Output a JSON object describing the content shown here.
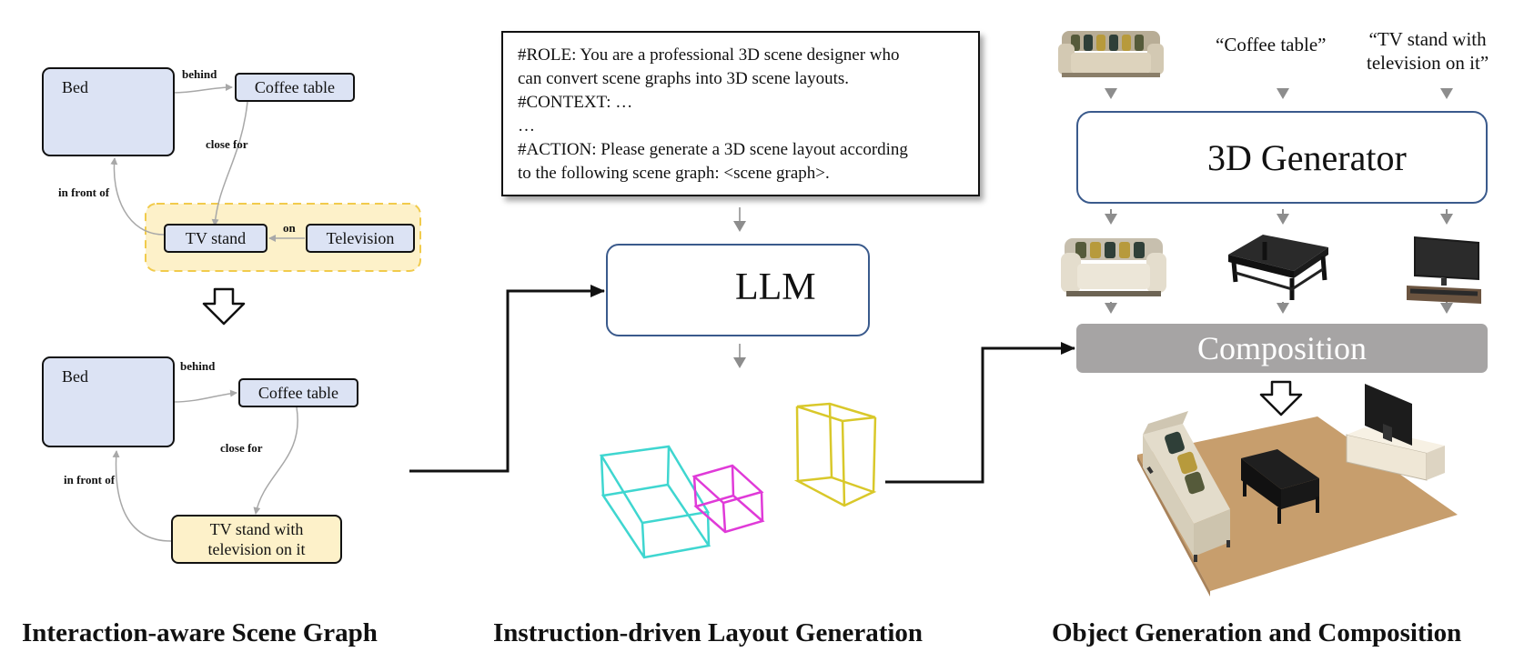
{
  "panels": {
    "scene_graph_title": "Interaction-aware Scene Graph",
    "layout_title": "Instruction-driven Layout Generation",
    "composition_title": "Object Generation and Composition"
  },
  "graph_top": {
    "bed": "Bed",
    "coffee_table": "Coffee table",
    "tv_stand": "TV stand",
    "television": "Television",
    "edge_behind": "behind",
    "edge_close_for": "close for",
    "edge_in_front_of": "in front of",
    "edge_on": "on"
  },
  "graph_bottom": {
    "bed": "Bed",
    "coffee_table": "Coffee table",
    "tv_stand_line1": "TV stand with",
    "tv_stand_line2": "television on it",
    "edge_behind": "behind",
    "edge_close_for": "close for",
    "edge_in_front_of": "in front of"
  },
  "prompt": {
    "line1": "#ROLE: You are a professional 3D scene designer who",
    "line2": "can convert scene graphs into 3D scene layouts.",
    "line3": "#CONTEXT: …",
    "line4": "…",
    "line5": "#ACTION: Please generate a 3D scene layout according",
    "line6": "to the following scene graph: <scene graph>."
  },
  "llm": {
    "label": "LLM",
    "icon": "robot-icon"
  },
  "generator": {
    "label": "3D Generator",
    "icon": "robot-arm-icon"
  },
  "inputs": {
    "coffee_table_quote": "“Coffee table”",
    "tv_quote_line1": "“TV stand with",
    "tv_quote_line2": "television on it”"
  },
  "composition": {
    "label": "Composition"
  },
  "colors": {
    "node_blue": "#dce3f4",
    "node_yellow": "#fdf1c9",
    "box_cyan": "#3fd6d0",
    "box_magenta": "#e03ad8",
    "box_yellow": "#d9c82a",
    "module_border": "#3a5a8c",
    "composition_fill": "#a6a4a4"
  }
}
